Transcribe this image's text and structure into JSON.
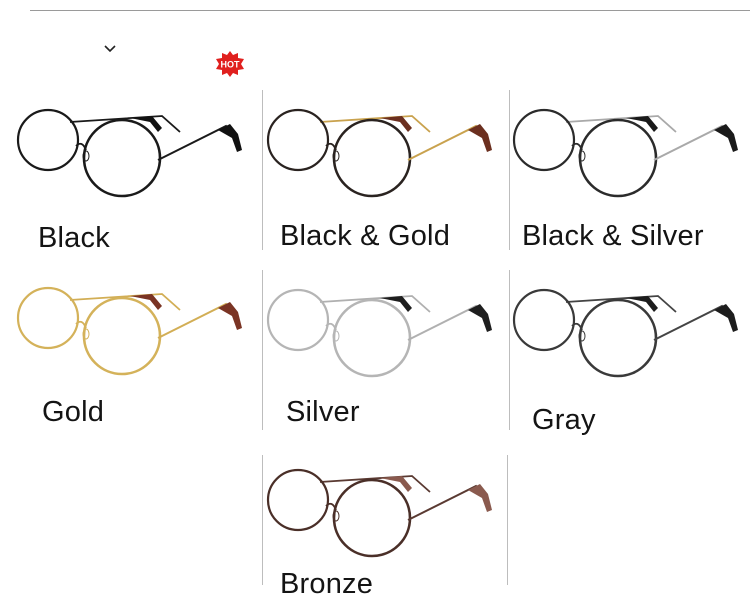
{
  "hot_badge": {
    "text": "HOT",
    "color": "#e0201e"
  },
  "products": [
    {
      "label": "Black",
      "frame": "#1a1a1a",
      "temple": "#1a1a1a",
      "tip": "#111111"
    },
    {
      "label": "Black & Gold",
      "frame": "#2a2320",
      "temple": "#c9a24e",
      "tip": "#6b2f1f"
    },
    {
      "label": "Black & Silver",
      "frame": "#2b2b2b",
      "temple": "#a9a9a9",
      "tip": "#1a1a1a"
    },
    {
      "label": "Gold",
      "frame": "#d4b25a",
      "temple": "#d2ae55",
      "tip": "#7a3424"
    },
    {
      "label": "Silver",
      "frame": "#b5b5b5",
      "temple": "#b0b0b0",
      "tip": "#1e1e1e"
    },
    {
      "label": "Gray",
      "frame": "#3a3a3a",
      "temple": "#444444",
      "tip": "#1d1d1d"
    },
    {
      "label": "Bronze",
      "frame": "#4a2f28",
      "temple": "#5a3a32",
      "tip": "#8a5a4e"
    }
  ]
}
